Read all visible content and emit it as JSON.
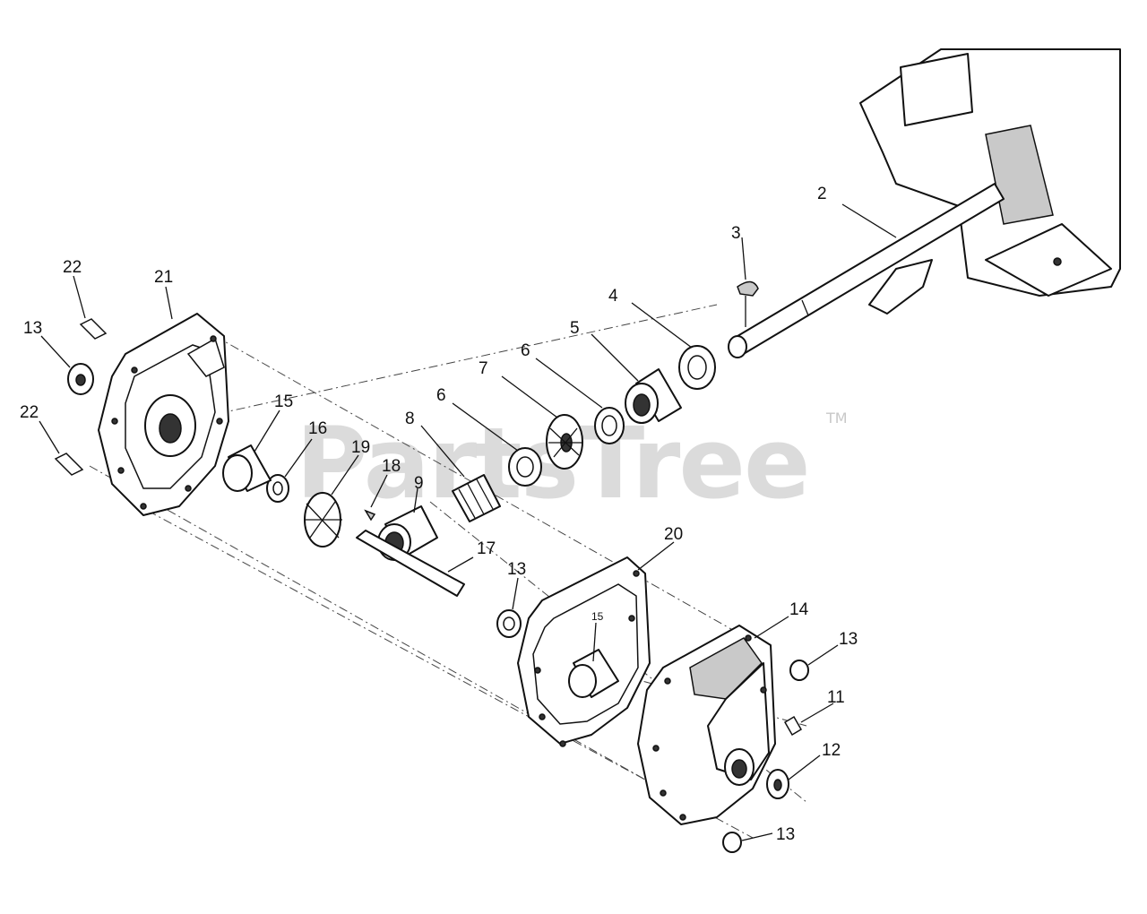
{
  "watermark": {
    "text": "PartsTree",
    "trademark": "TM"
  },
  "callouts": {
    "c2": "2",
    "c3": "3",
    "c4": "4",
    "c5": "5",
    "c6a": "6",
    "c6b": "6",
    "c7": "7",
    "c8": "8",
    "c9": "9",
    "c11": "11",
    "c12": "12",
    "c13a": "13",
    "c13b": "13",
    "c13c": "13",
    "c13d": "13",
    "c14": "14",
    "c15a": "15",
    "c15b": "15",
    "c16": "16",
    "c17": "17",
    "c18": "18",
    "c19": "19",
    "c20": "20",
    "c21": "21",
    "c22a": "22",
    "c22b": "22"
  }
}
